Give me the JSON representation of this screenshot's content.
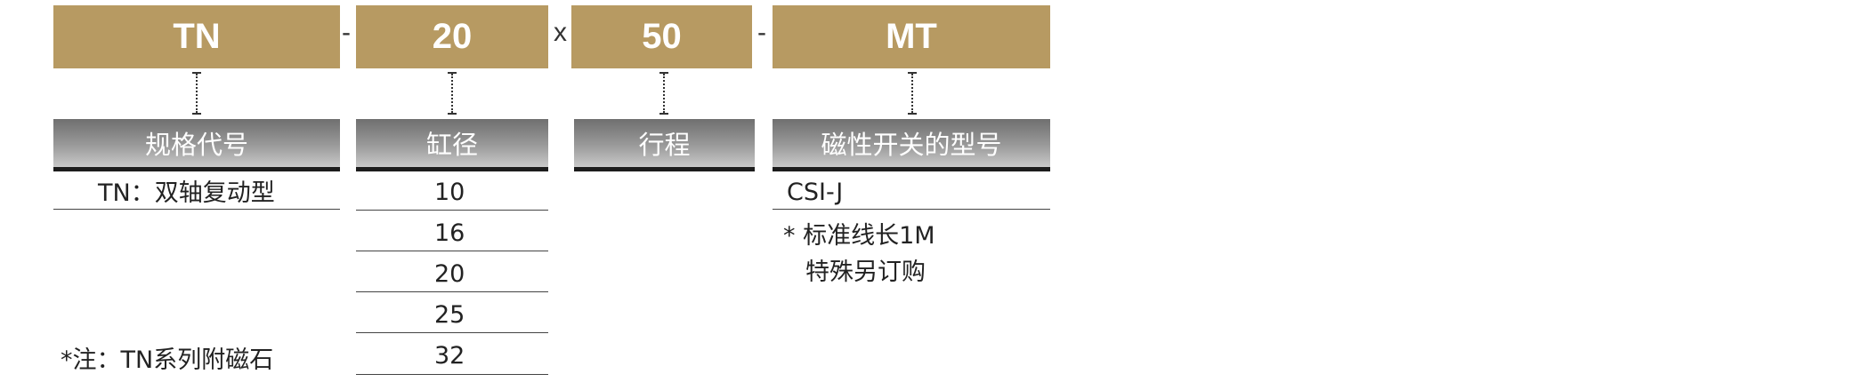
{
  "codes": {
    "spec": "TN",
    "sep1": "-",
    "bore": "20",
    "sep2": "x",
    "stroke": "50",
    "sep3": "-",
    "switch": "MT"
  },
  "labels": {
    "spec": "规格代号",
    "bore": "缸径",
    "stroke": "行程",
    "switch": "磁性开关的型号"
  },
  "spec_items": [
    "TN：双轴复动型"
  ],
  "bore_values": [
    "10",
    "16",
    "20",
    "25",
    "32"
  ],
  "switch_items": {
    "model": "CSI-J",
    "note_line1": "* 标准线长1M",
    "note_line2": "特殊另订购"
  },
  "footnote": "*注：TN系列附磁石",
  "colors": {
    "code_bg": "#b79a62",
    "label_gradient_top": "#6f6f6f",
    "label_gradient_bottom": "#c9c9c9",
    "label_underline": "#1c1c1c"
  }
}
